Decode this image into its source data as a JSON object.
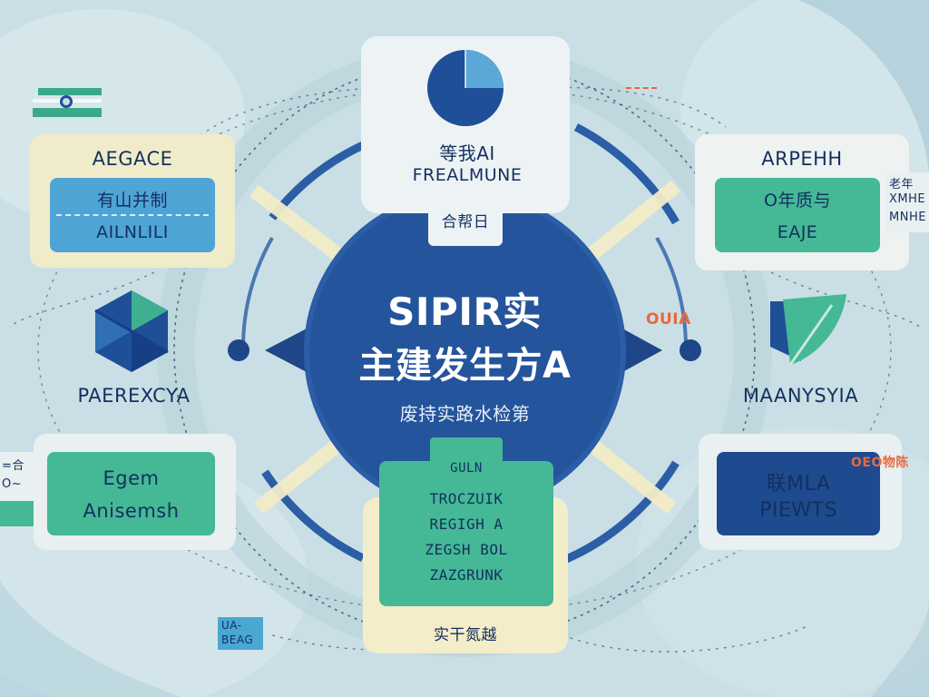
{
  "center": {
    "title": "SIPIR实",
    "subtitle": "主建发生方A",
    "caption": "废持实路水检第"
  },
  "top_card": {
    "line1": "等我AI",
    "line2": "FREALMUNE",
    "footer": "合帮日"
  },
  "top_left_card": {
    "title": "AEGACE",
    "inner_line1": "有山并制",
    "inner_line2": "AILNLILI"
  },
  "top_right_card": {
    "title": "ARPEHH",
    "inner_line1": "O年质与",
    "inner_line2": "EAJE"
  },
  "mid_left": {
    "label": "PAEREXCYA"
  },
  "mid_right": {
    "label": "MAANYSYIA",
    "orange_tag": "OUIA"
  },
  "bottom_left_card": {
    "line1": "Egem",
    "line2": "Anisemsh"
  },
  "bottom_right_card": {
    "line1": "联MLA",
    "line2": "PIEWTS",
    "orange_tag": "OEO物陈"
  },
  "bottom_card": {
    "header": "GULN",
    "lines": [
      "TROCZUIK",
      "REGIGH A",
      "ZEGSH BOL",
      "ZAZGRUNK"
    ],
    "footer": "实干氮越"
  },
  "right_edge_text": [
    "老年",
    "XMHE",
    "MNHE"
  ],
  "left_edge_text": [
    "=合",
    "O~"
  ],
  "bottom_small_tag": [
    "UA-",
    "BEAG"
  ],
  "colors": {
    "background": "#c7dde3",
    "navy": "#1f4f97",
    "deep_blue": "#163f86",
    "teal": "#45b896",
    "sky": "#4fa6d4",
    "cream": "#f6efcd",
    "orange": "#e9683c"
  },
  "icons": {
    "top_card": "pie-chart-icon",
    "mid_left": "hexagon-cube-icon",
    "mid_right": "leaf-shield-icon"
  }
}
